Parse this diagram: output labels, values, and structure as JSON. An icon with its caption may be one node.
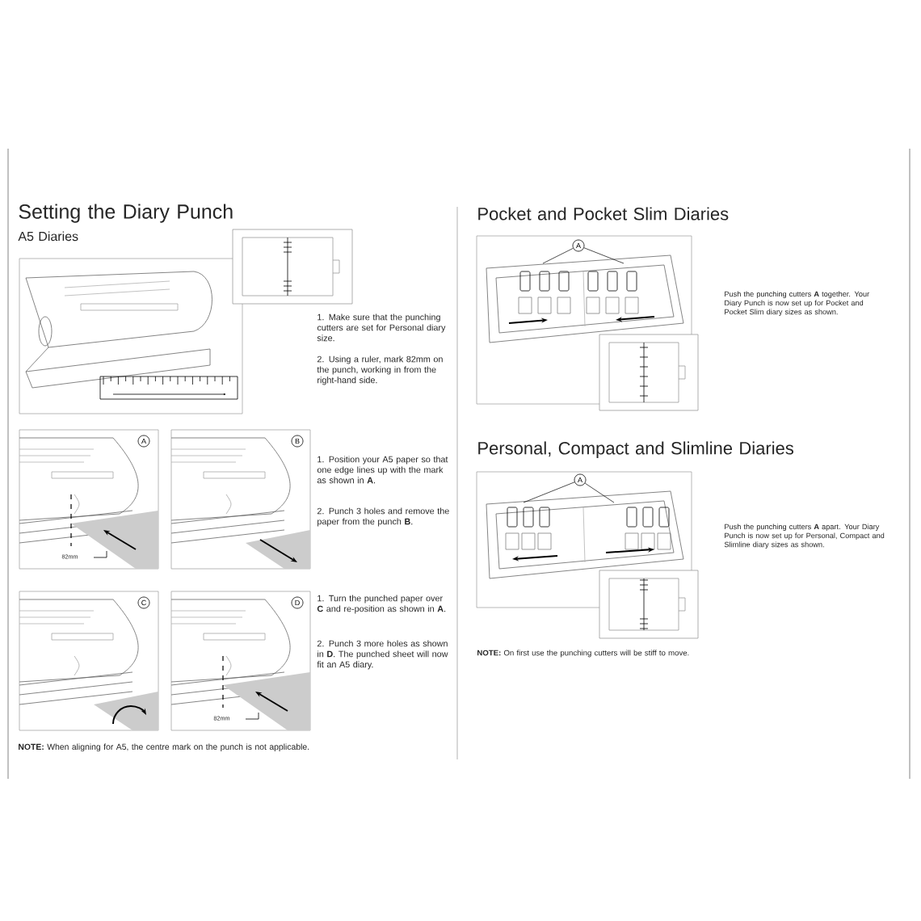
{
  "diagram": {
    "nodes": [
      {
        "text": [
          "A"
        ]
      },
      {
        "text": [
          "B"
        ]
      },
      {
        "text": [
          "C"
        ]
      },
      {
        "text": [
          "D"
        ]
      },
      {
        "text": [
          "A"
        ]
      },
      {
        "text": [
          "A"
        ]
      }
    ],
    "edges": [
      {
        "from": 4,
        "to": null,
        "arrow": "none"
      },
      {
        "from": 4,
        "to": null,
        "arrow": "none"
      },
      {
        "from": 5,
        "to": null,
        "arrow": "none"
      },
      {
        "from": 5,
        "to": null,
        "arrow": "none"
      }
    ],
    "labels": [
      "Setting the Diary Punch",
      "A5 Diaries",
      "1. Make sure that the punching cutters are set for Personal diary size.",
      "2. Using a ruler, mark 82mm on the punch, working in from the right-hand side.",
      "1. Position your A5 paper so that one edge lines up with the mark as shown in **A**.",
      "2. Punch 3 holes and remove the paper from the punch **B**.",
      "82mm",
      "1. Turn the punched paper over **C** and re-position as shown in **A**.",
      "2. Punch 3 more holes as shown in **D**. The punched sheet will now fit an A5 diary.",
      "82mm",
      "**NOTE:** When aligning for A5, the centre mark on the punch is not applicable.",
      "Pocket and Pocket Slim Diaries",
      "Push the punching cutters **A** together. Your Diary Punch is now set up for Pocket and Pocket Slim diary sizes as shown.",
      "Personal, Compact and Slimline Diaries",
      "Push the punching cutters **A** apart. Your Diary Punch is now set up for Personal, Compact and Slimline diary sizes as shown.",
      "**NOTE:** On first use the punching cutters will be stiff to move."
    ]
  }
}
